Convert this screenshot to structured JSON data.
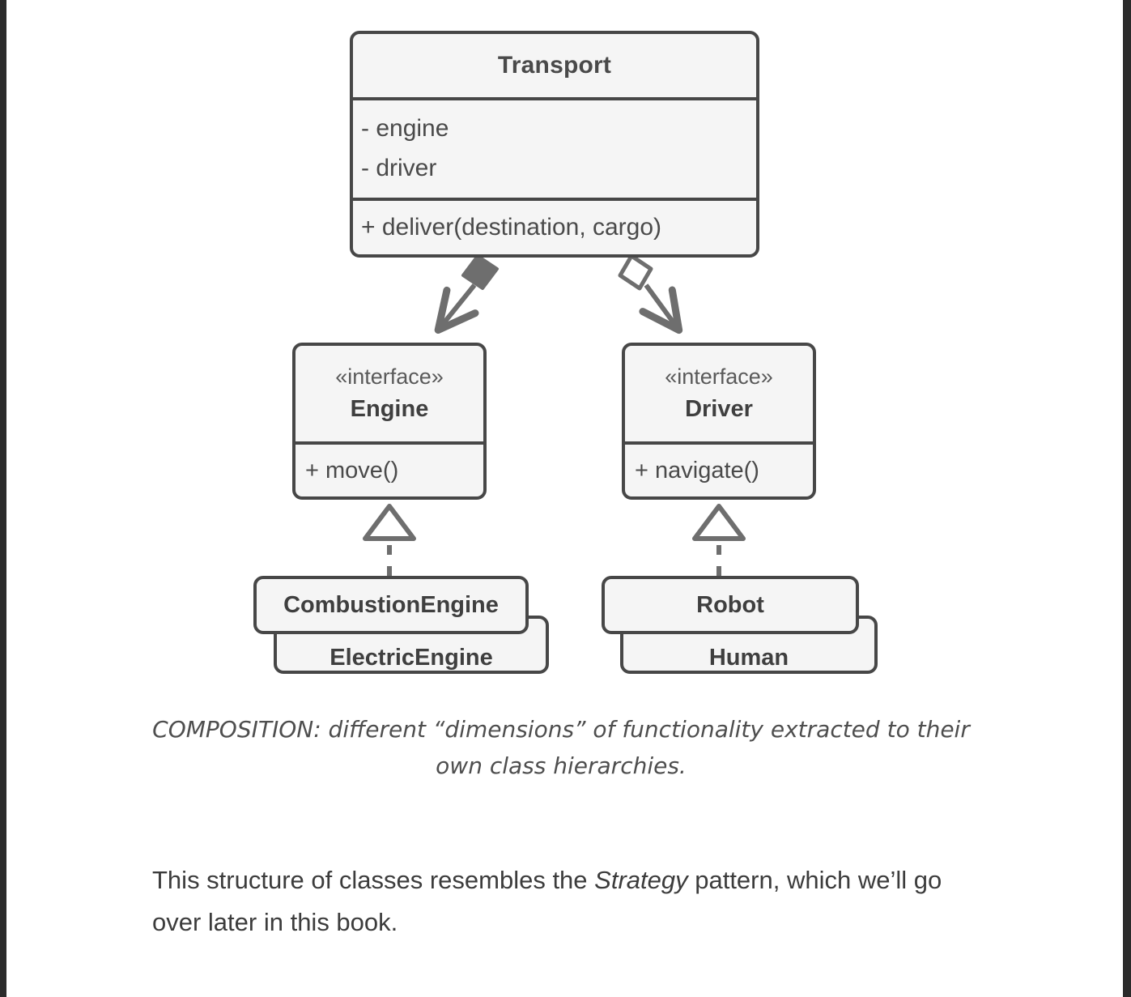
{
  "diagram": {
    "type": "uml-class-diagram",
    "classes": [
      {
        "id": "transport",
        "name": "Transport",
        "attributes": [
          "- engine",
          "- driver"
        ],
        "operations": [
          "+ deliver(destination, cargo)"
        ]
      },
      {
        "id": "engine",
        "stereotype": "«interface»",
        "name": "Engine",
        "operations": [
          "+ move()"
        ]
      },
      {
        "id": "driver",
        "stereotype": "«interface»",
        "name": "Driver",
        "operations": [
          "+ navigate()"
        ]
      },
      {
        "id": "combustionengine",
        "name": "CombustionEngine"
      },
      {
        "id": "electricengine",
        "name": "ElectricEngine"
      },
      {
        "id": "robot",
        "name": "Robot"
      },
      {
        "id": "human",
        "name": "Human"
      }
    ],
    "relationships": [
      {
        "from": "transport",
        "to": "engine",
        "kind": "composition",
        "marker": "filled-diamond",
        "line": "solid",
        "head": "open-arrow"
      },
      {
        "from": "transport",
        "to": "driver",
        "kind": "aggregation",
        "marker": "hollow-diamond",
        "line": "solid",
        "head": "open-arrow"
      },
      {
        "from": "combustionengine",
        "to": "engine",
        "kind": "realization",
        "line": "dashed",
        "head": "hollow-triangle"
      },
      {
        "from": "robot",
        "to": "driver",
        "kind": "realization",
        "line": "dashed",
        "head": "hollow-triangle"
      }
    ]
  },
  "caption": "COMPOSITION: different “dimensions” of functionality extracted to their own class hierarchies.",
  "body": {
    "before_em": "This structure of classes resembles the ",
    "em": "Strategy",
    "after_em": " pattern, which we’ll go over later in this book."
  },
  "colors": {
    "box_fill": "#f5f5f5",
    "box_stroke": "#474747",
    "text": "#3f3f3f",
    "muted_text": "#5a5a5a",
    "page_background": "#ffffff",
    "edge_band": "#2b2b2b"
  }
}
